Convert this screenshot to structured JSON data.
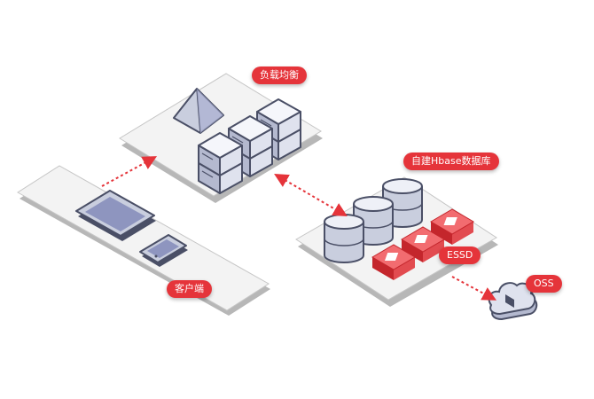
{
  "labels": {
    "load_balancer": "负载均衡",
    "hbase": "自建Hbase数据库",
    "essd": "ESSD",
    "client": "客户端",
    "oss": "OSS"
  },
  "colors": {
    "accent": "#e5343a",
    "platform": "#f1f1f1",
    "device": "#c9cede",
    "device_dark": "#4a4f66",
    "arrow": "#e5343a"
  }
}
